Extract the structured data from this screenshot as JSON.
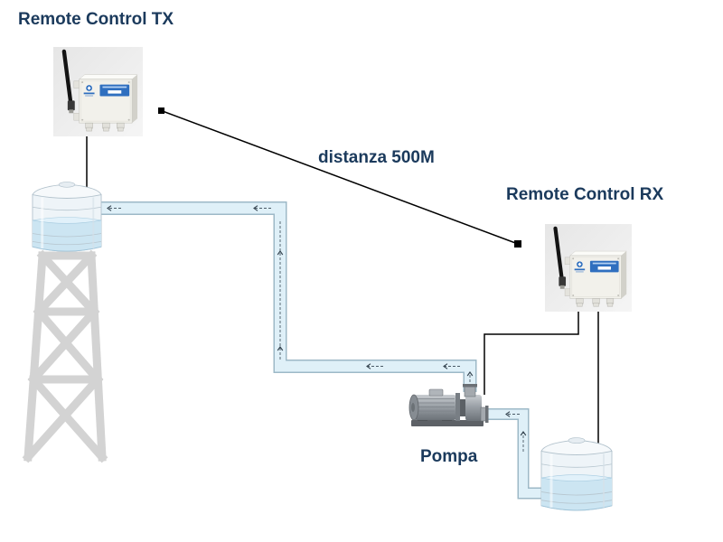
{
  "labels": {
    "tx": "Remote Control TX",
    "rx": "Remote Control RX",
    "distance": "distanza 500M",
    "pump": "Pompa"
  },
  "icons": {
    "tx_device": "wireless-transmitter-icon",
    "rx_device": "wireless-receiver-icon",
    "water_tower": "water-tower-icon",
    "tower_tank": "water-tank-icon",
    "ground_tank": "water-tank-icon",
    "pump": "water-pump-icon"
  },
  "colors": {
    "label_text": "#1b3a5c",
    "pipe_water": "#dff0f8",
    "pipe_wall": "#9db9c7",
    "tank_water": "#cce5f2",
    "tower_steel": "#d3d3d3",
    "signal_wire": "#000000",
    "device_badge": "#2f6fbf"
  }
}
